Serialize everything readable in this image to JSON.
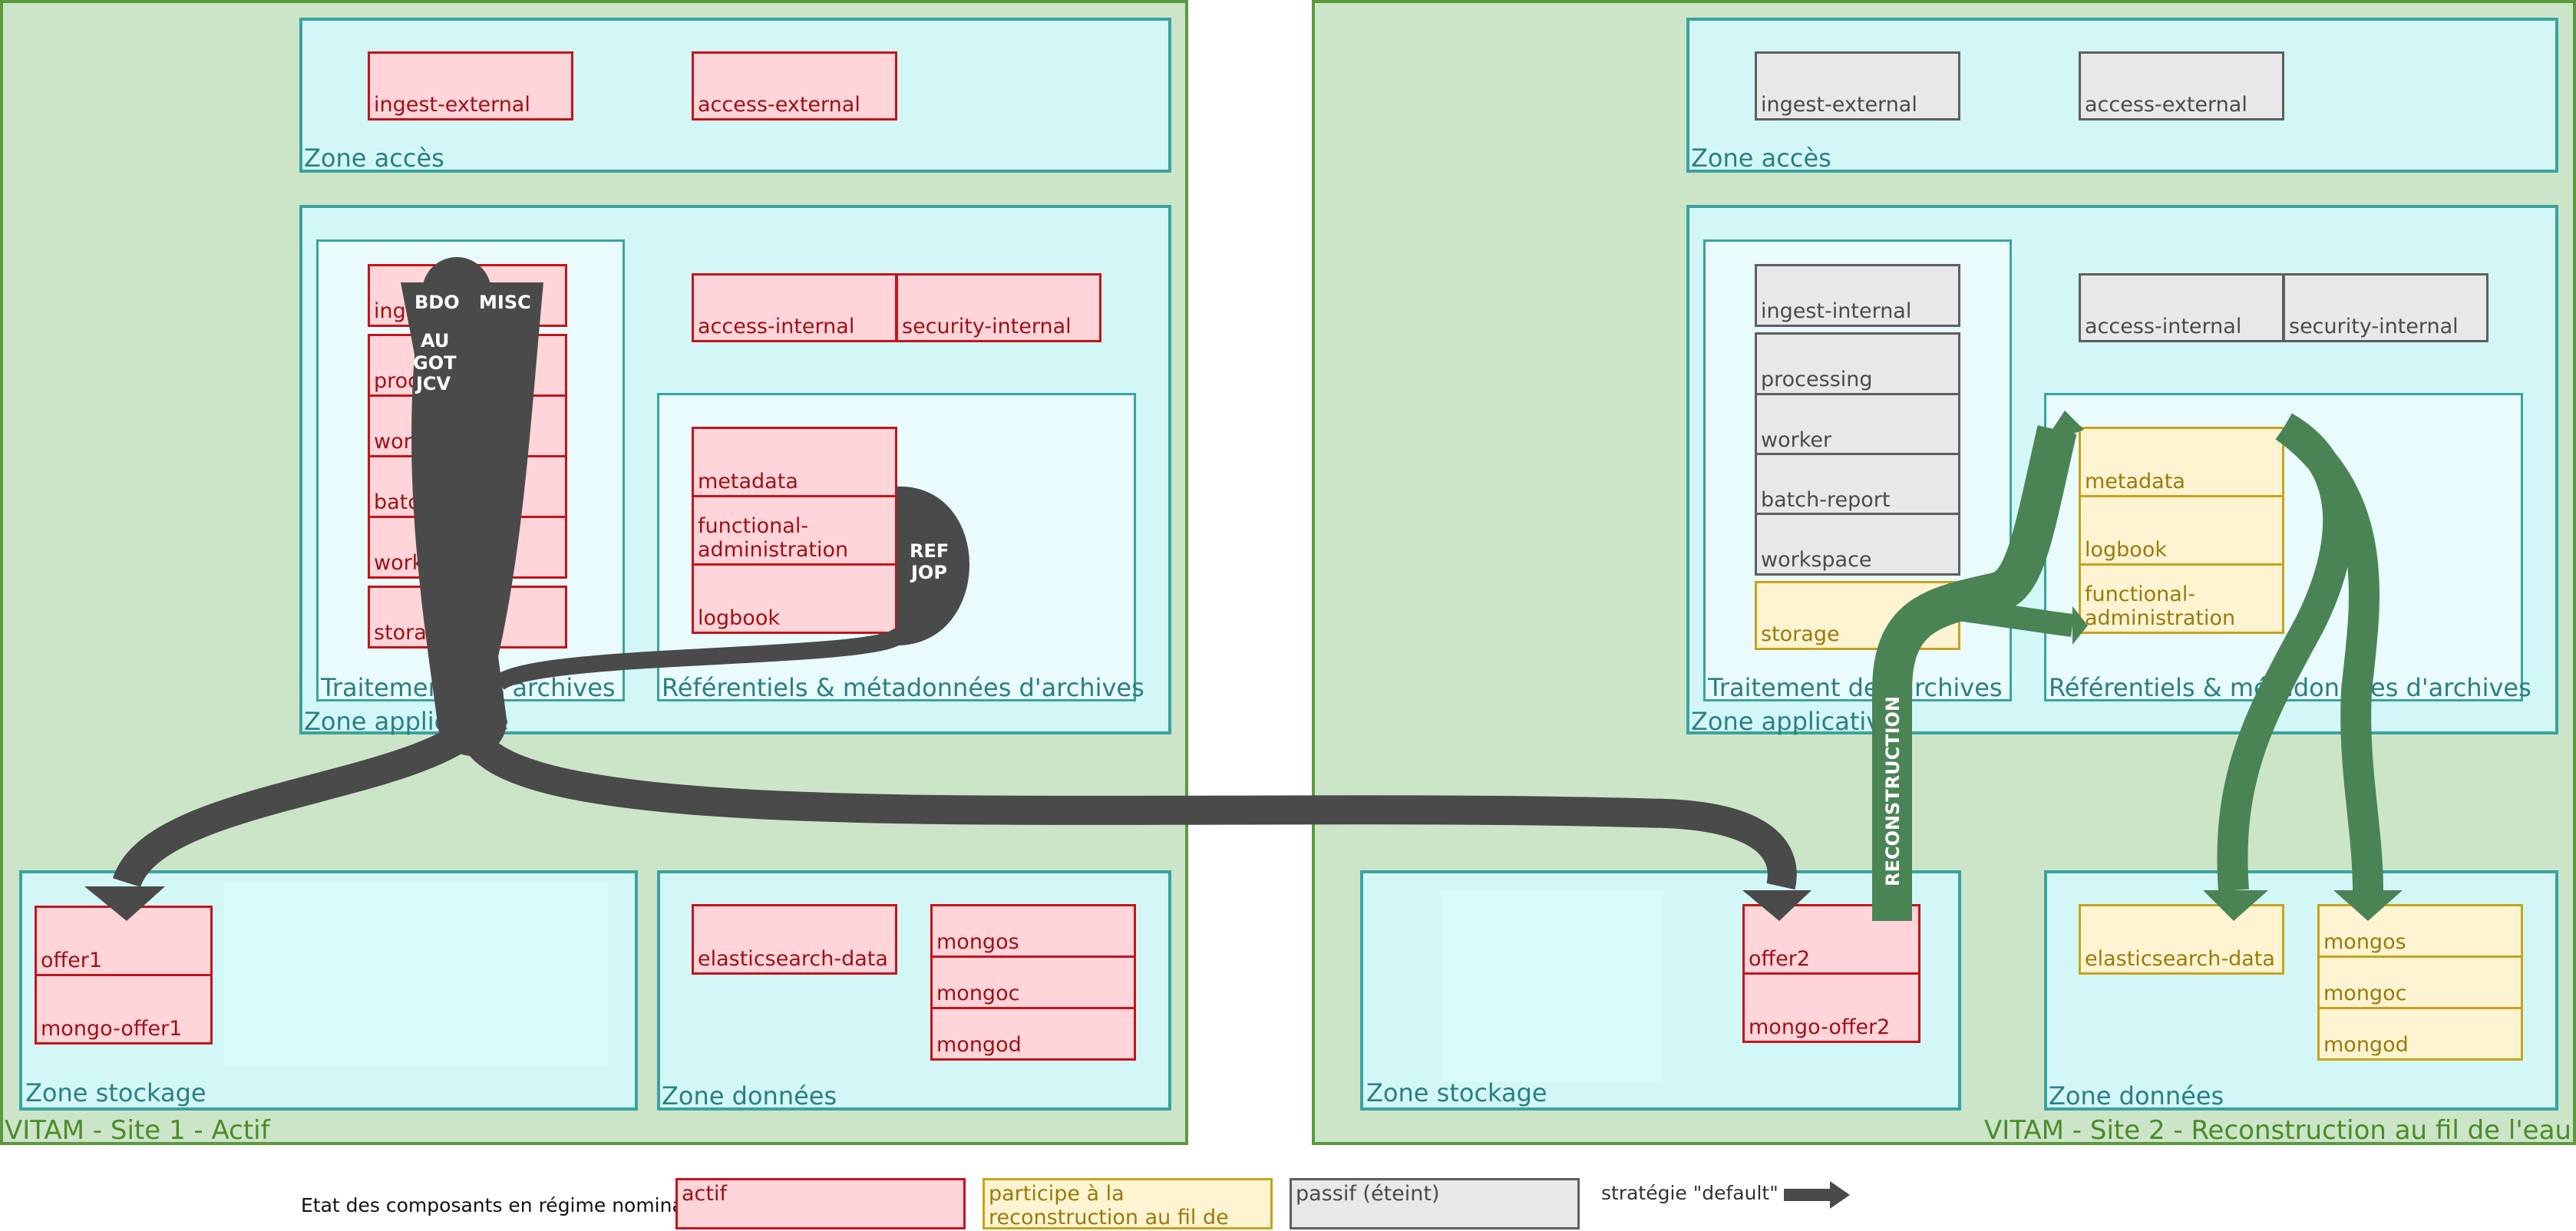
{
  "site1": {
    "title": "VITAM - Site 1 - Actif",
    "zone_acces": {
      "label": "Zone accès",
      "ingest_external": "ingest-external",
      "access_external": "access-external"
    },
    "zone_applicative": {
      "label": "Zone applicative",
      "traitement": {
        "label": "Traitement des archives",
        "ingest_internal": "ingest-internal",
        "processing": "processing",
        "worker": "worker",
        "batch_report": "batch-report",
        "workspace": "workspace",
        "storage": "storage"
      },
      "access_internal": "access-internal",
      "security_internal": "security-internal",
      "referentiels": {
        "label": "Référentiels & métadonnées d'archives",
        "metadata": "metadata",
        "functional_administration": "functional-administration",
        "logbook": "logbook"
      }
    },
    "zone_stockage": {
      "label": "Zone stockage",
      "offer": "offer1",
      "mongo_offer": "mongo-offer1"
    },
    "zone_donnees": {
      "label": "Zone données",
      "elasticsearch": "elasticsearch-data",
      "mongos": "mongos",
      "mongoc": "mongoc",
      "mongod": "mongod"
    }
  },
  "site2": {
    "title": "VITAM - Site 2 - Reconstruction au fil de l'eau",
    "zone_acces": {
      "label": "Zone accès",
      "ingest_external": "ingest-external",
      "access_external": "access-external"
    },
    "zone_applicative": {
      "label": "Zone applicative",
      "traitement": {
        "label": "Traitement des archives",
        "ingest_internal": "ingest-internal",
        "processing": "processing",
        "worker": "worker",
        "batch_report": "batch-report",
        "workspace": "workspace",
        "storage": "storage"
      },
      "access_internal": "access-internal",
      "security_internal": "security-internal",
      "referentiels": {
        "label": "Référentiels & métadonnées d'archives",
        "metadata": "metadata",
        "logbook": "logbook",
        "functional_administration": "functional-administration"
      }
    },
    "zone_stockage": {
      "label": "Zone stockage",
      "offer": "offer2",
      "mongo_offer": "mongo-offer2"
    },
    "zone_donnees": {
      "label": "Zone données",
      "elasticsearch": "elasticsearch-data",
      "mongos": "mongos",
      "mongoc": "mongoc",
      "mongod": "mongod"
    }
  },
  "flows": {
    "tags_top": [
      "BDO",
      "MISC"
    ],
    "tags_mid": [
      "AU",
      "GOT",
      "JCV"
    ],
    "ref_tags": [
      "REF",
      "JOP"
    ],
    "reconstruction": "RECONSTRUCTION"
  },
  "legend": {
    "title": "Etat des composants en régime nominal :",
    "actif": "actif",
    "reconstruction": "participe à la reconstruction au fil de l'eau",
    "passif": "passif (éteint)",
    "strategy": "stratégie \"default\""
  },
  "colors": {
    "actif_fill": "#ffd5d9",
    "actif_border": "#c4141c",
    "reconstruction_fill": "#fff4d2",
    "reconstruction_border": "#c8a21a",
    "passif_fill": "#e8e8e8",
    "passif_border": "#5e5e5e",
    "default_flow": "#4a4a4a",
    "reconstruction_flow": "#4a8455"
  }
}
